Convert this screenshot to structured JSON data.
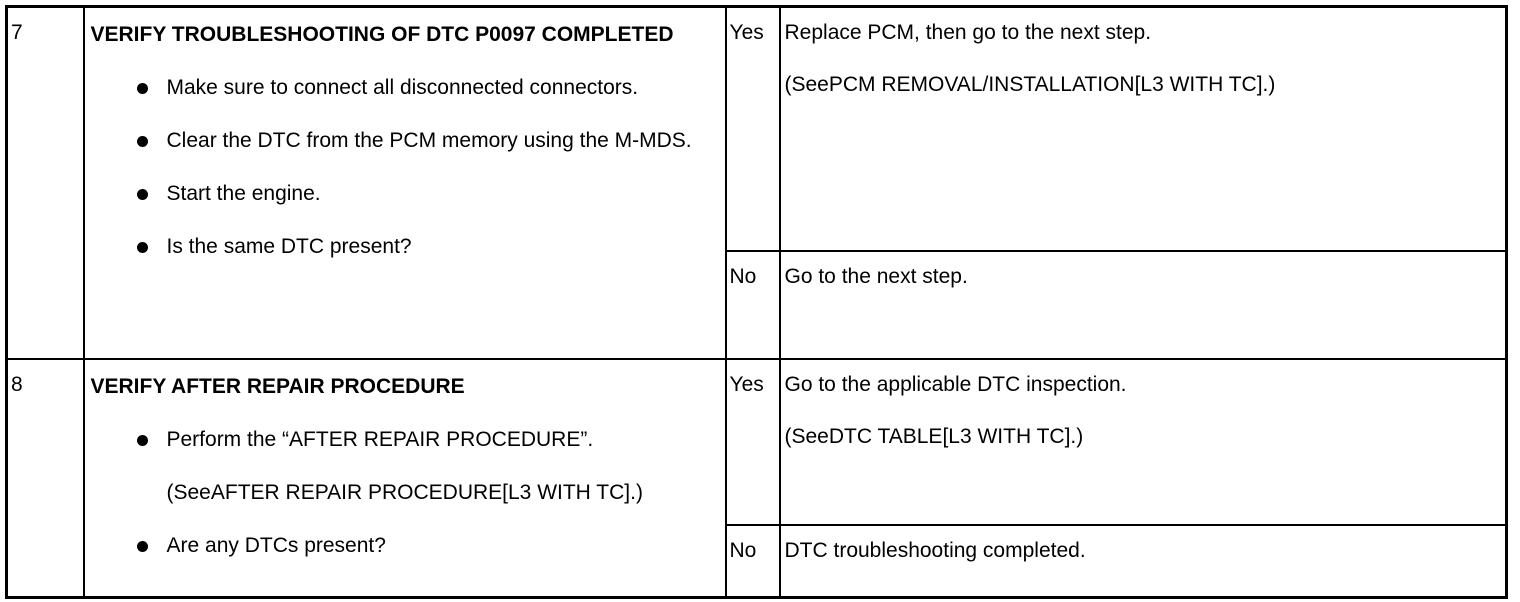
{
  "steps": [
    {
      "number": "7",
      "title": "VERIFY TROUBLESHOOTING OF DTC P0097 COMPLETED",
      "bullets": [
        "Make sure to connect all disconnected connectors.",
        "Clear the DTC from the PCM memory using the M-MDS.",
        "Start the engine.",
        "Is the same DTC present?"
      ],
      "yes_label": "Yes",
      "yes_actions": [
        "Replace PCM, then go to the next step.",
        "(SeePCM REMOVAL/INSTALLATION[L3 WITH TC].)"
      ],
      "no_label": "No",
      "no_actions": [
        "Go to the next step."
      ]
    },
    {
      "number": "8",
      "title": "VERIFY AFTER REPAIR PROCEDURE",
      "bullet_1": "Perform the “AFTER REPAIR PROCEDURE”.",
      "sub_note": "(SeeAFTER REPAIR PROCEDURE[L3 WITH TC].)",
      "bullet_2": "Are any DTCs present?",
      "yes_label": "Yes",
      "yes_actions": [
        "Go to the applicable DTC inspection.",
        "(SeeDTC TABLE[L3 WITH TC].)"
      ],
      "no_label": "No",
      "no_actions": [
        "DTC troubleshooting completed."
      ]
    }
  ]
}
